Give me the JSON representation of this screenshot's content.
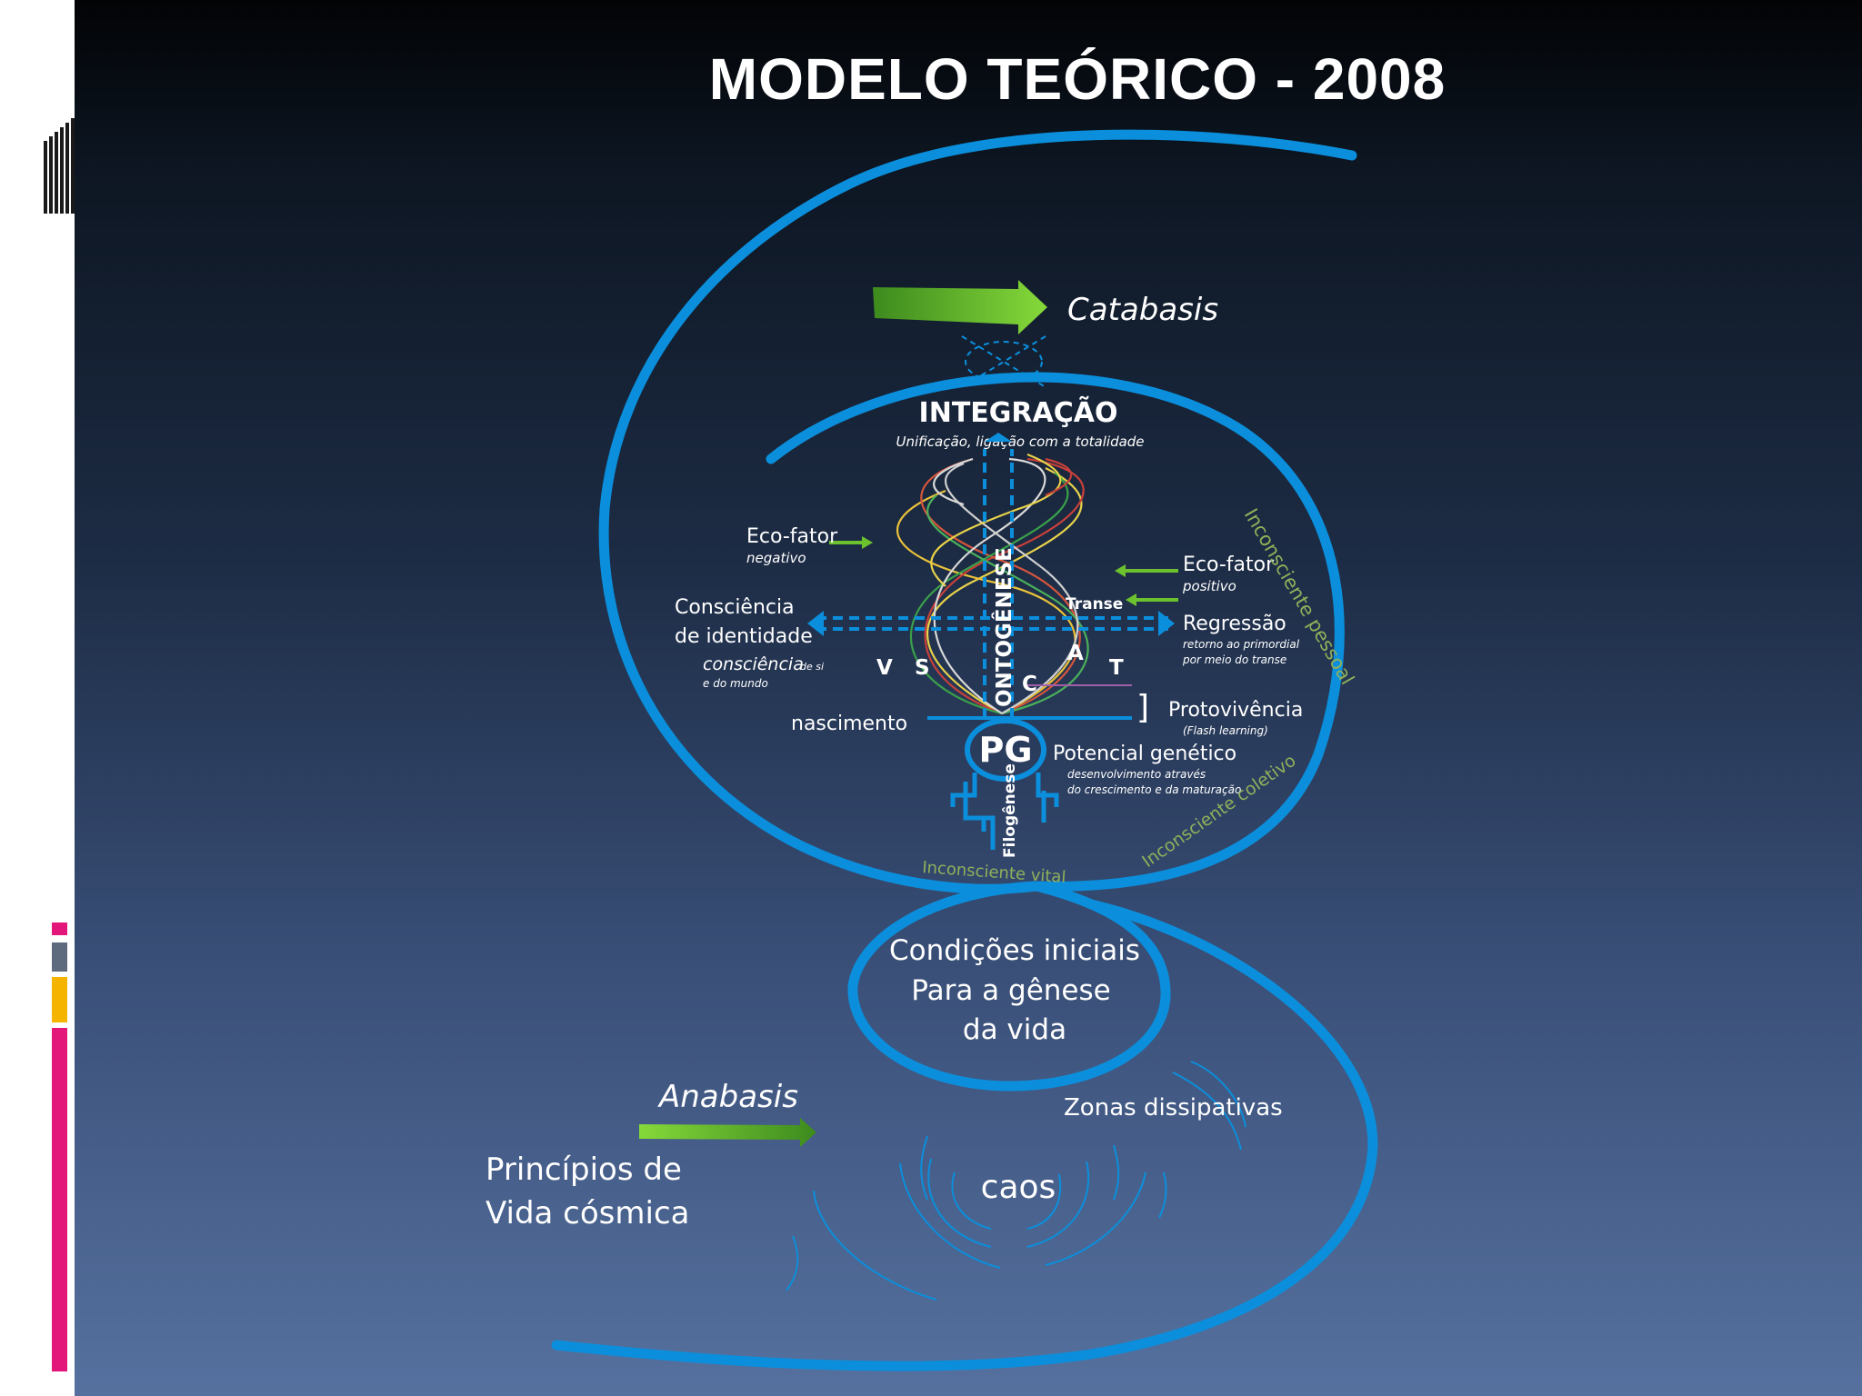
{
  "title": "MODELO TEÓRICO - 2008",
  "labels": {
    "catabasis": "Catabasis",
    "anabasis": "Anabasis",
    "integracao": "INTEGRAÇÃO",
    "integracao_sub": "Unificação, ligação com a totalidade",
    "eco_neg": "Eco-fator",
    "eco_neg_sub": "negativo",
    "eco_pos": "Eco-fator",
    "eco_pos_sub": "positivo",
    "consciencia_1": "Consciência",
    "consciencia_2": "de identidade",
    "consciencia_si": "consciência",
    "consciencia_si_small": "de si",
    "consciencia_mundo": "e do mundo",
    "transe": "Transe",
    "regressao": "Regressão",
    "regressao_sub1": "retorno ao primordial",
    "regressao_sub2": "por meio do transe",
    "ontogenese": "ONTOGÊNESE",
    "letter_v": "V",
    "letter_s": "S",
    "letter_c": "C",
    "letter_a": "A",
    "letter_t": "T",
    "nascimento": "nascimento",
    "protovivencia": "Protovivência",
    "protovivencia_sub": "(Flash learning)",
    "pg": "PG",
    "potencial": "Potencial genético",
    "potencial_sub1": "desenvolvimento através",
    "potencial_sub2": "do crescimento e da maturação",
    "filogenese": "Filogênese",
    "inc_vital": "Inconsciente vital",
    "inc_coletivo": "Inconsciente coletivo",
    "inc_pessoal": "Inconsciente pessoal",
    "condicoes_1": "Condições iniciais",
    "condicoes_2": "Para a gênese",
    "condicoes_3": "da vida",
    "zonas": "Zonas dissipativas",
    "caos": "caos",
    "principios_1": "Princípios  de",
    "principios_2": "Vida cósmica"
  },
  "colors": {
    "spiral": "#0b8fdc",
    "arrow_green": "#6cc12e",
    "label_green": "#8fb05a",
    "accent_pink": "#e3167a",
    "accent_gray": "#5e6b7e",
    "accent_yellow": "#f5b400"
  }
}
